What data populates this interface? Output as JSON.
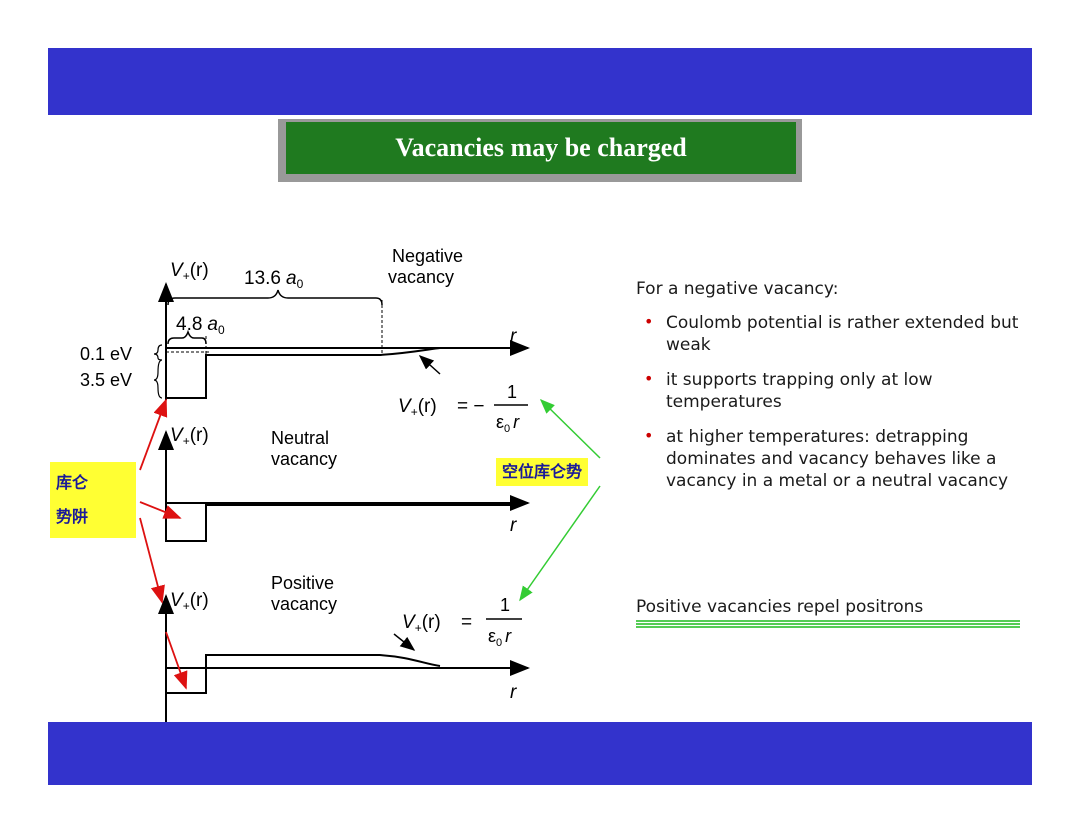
{
  "title": "Vacancies may be charged",
  "intro": "For a negative vacancy:",
  "bullets": [
    "Coulomb potential is rather extended but weak",
    "it supports trapping only at low temperatures",
    "at higher temperatures: detrapping dominates and vacancy behaves like a vacancy in a metal or a neutral vacancy"
  ],
  "conclusion": "Positive vacancies repel positrons",
  "tags": {
    "well_line1": "库仑",
    "well_line2": "势阱",
    "vacancy_coulomb": "空位库仑势"
  },
  "diagram": {
    "potential_label_fn": "V",
    "potential_subscript": "+",
    "potential_arg": "(r)",
    "axis_r": "r",
    "negative_label_1": "Negative",
    "negative_label_2": "vacancy",
    "neutral_label_1": "Neutral",
    "neutral_label_2": "vacancy",
    "positive_label_1": "Positive",
    "positive_label_2": "vacancy",
    "range_outer": "13.6",
    "range_inner": "4.8",
    "bohr": "a",
    "bohr_sub": "0",
    "energy_upper": "0.1 eV",
    "energy_lower": "3.5 eV",
    "eq_equals_neg": "= −",
    "eq_equals_pos": "=",
    "eq_numerator": "1",
    "eq_denominator_eps": "ε",
    "eq_denominator_r": "r"
  },
  "colors": {
    "band": "#3333cc",
    "title_bg": "#1f7a1f",
    "bullet": "#cc0000",
    "tag_bg": "#ffff33",
    "red_arrow": "#dd1111",
    "green_arrow": "#33cc33"
  }
}
